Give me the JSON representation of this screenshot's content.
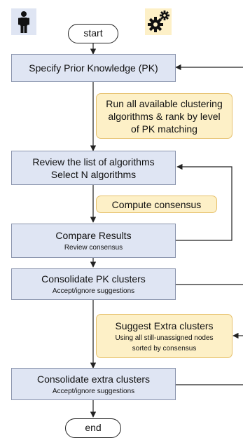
{
  "flow": {
    "start_label": "start",
    "end_label": "end",
    "steps": [
      {
        "title": "Specify Prior Knowledge (PK)",
        "subtitle": ""
      },
      {
        "title": "Review the list of algorithms",
        "title2": "Select N algorithms",
        "subtitle": ""
      },
      {
        "title": "Compare Results",
        "subtitle": "Review consensus"
      },
      {
        "title": "Consolidate PK clusters",
        "subtitle": "Accept/ignore suggestions"
      },
      {
        "title": "Consolidate extra clusters",
        "subtitle": "Accept/ignore suggestions"
      }
    ],
    "notes": [
      {
        "lines": [
          "Run all available clustering",
          "algorithms & rank by level",
          "of PK matching"
        ]
      },
      {
        "lines": [
          "Compute consensus"
        ]
      },
      {
        "title": "Suggest Extra clusters",
        "sub": [
          "Using all still-unassigned nodes",
          "sorted by consensus"
        ]
      }
    ]
  },
  "icons": {
    "user_lane": "person-icon",
    "system_lane": "gears-icon",
    "user_bg": "#dfe5f3",
    "system_bg": "#fdf0c7"
  },
  "colors": {
    "step_fill": "#dfe5f3",
    "note_fill": "#fdf0c7",
    "line": "#222222"
  }
}
